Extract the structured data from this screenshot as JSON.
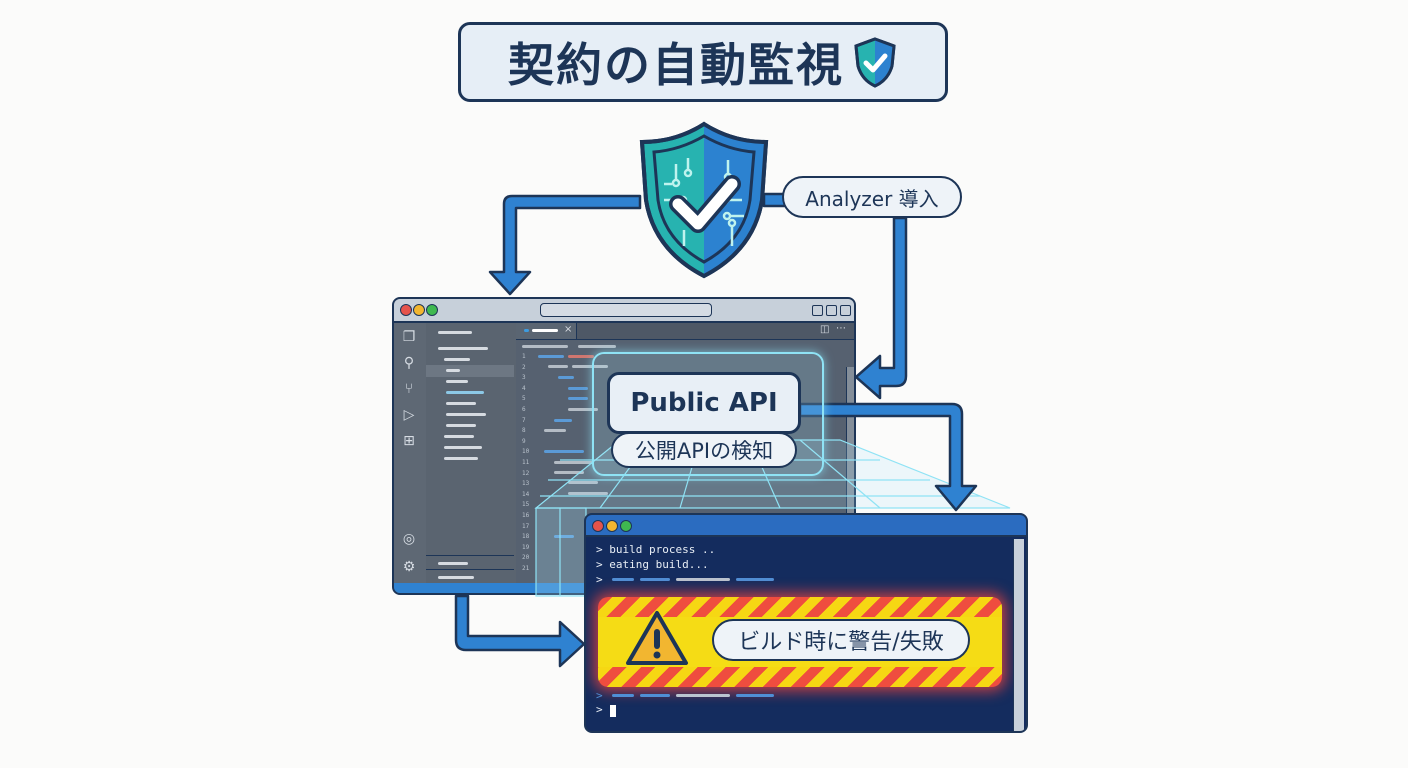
{
  "title": {
    "text": "契約の自動監視",
    "badge_icon": "shield-check-icon"
  },
  "analyzer": {
    "label": "Analyzer 導入",
    "icon": "circuit-shield-check-icon"
  },
  "ide": {
    "window_controls": [
      "close",
      "minimize",
      "maximize"
    ],
    "activity_icons": [
      "files-icon",
      "search-icon",
      "source-control-icon",
      "run-debug-icon",
      "extensions-icon",
      "account-icon",
      "settings-icon"
    ],
    "line_numbers": [
      "1",
      "2",
      "3",
      "4",
      "5",
      "6",
      "7",
      "8",
      "9",
      "10",
      "11",
      "12",
      "13",
      "14",
      "15",
      "16",
      "17",
      "18",
      "19",
      "20",
      "21"
    ]
  },
  "public_api": {
    "label": "Public API",
    "sublabel": "公開APIの検知"
  },
  "terminal": {
    "lines": [
      "> build process ..",
      "> eating build..."
    ],
    "prompt": ">",
    "warning_label": "ビルド時に警告/失敗",
    "warning_icon": "warning-triangle-icon"
  },
  "colors": {
    "navy": "#1d3557",
    "arrow_blue": "#2f82d1",
    "shield_teal": "#27b3b0",
    "shield_blue": "#2c82d0",
    "warning_red": "#ef4d3f",
    "warning_yellow": "#f6d713",
    "terminal_bg": "#142c5e"
  }
}
